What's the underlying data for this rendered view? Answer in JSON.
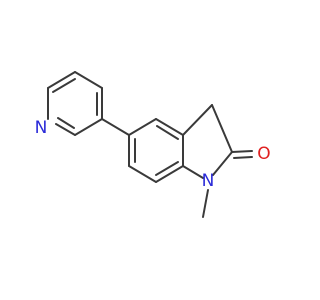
{
  "molecule": {
    "atoms": {
      "pyridine_n": {
        "symbol": "N",
        "color": "#2b2bd8"
      },
      "lactam_n": {
        "symbol": "N",
        "color": "#2b2bd8"
      },
      "carbonyl_o": {
        "symbol": "O",
        "color": "#e02020"
      }
    },
    "bond_color": "#3a3a3a"
  }
}
